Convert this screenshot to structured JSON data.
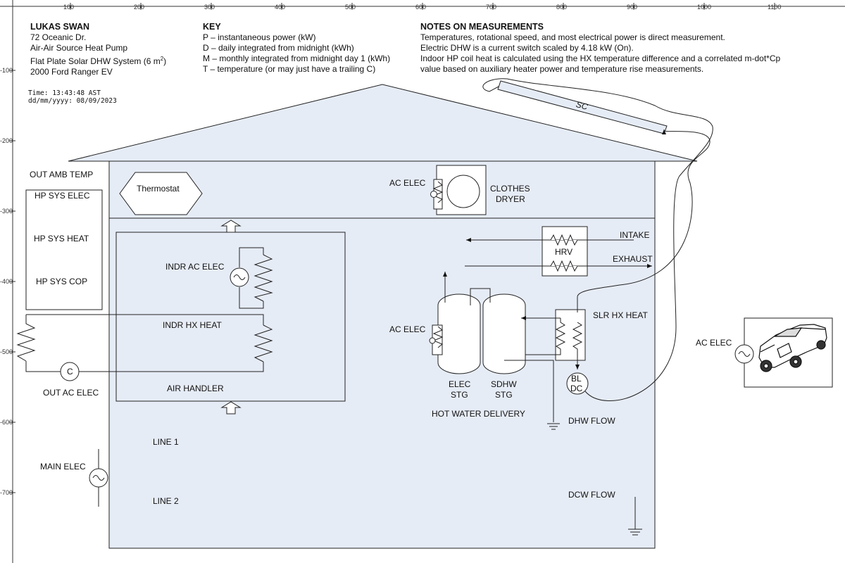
{
  "ruler": {
    "x_ticks": [
      "100",
      "200",
      "300",
      "400",
      "500",
      "600",
      "700",
      "800",
      "900",
      "1000",
      "1100"
    ],
    "y_ticks": [
      "-100",
      "-200",
      "-300",
      "-400",
      "-500",
      "-600",
      "-700"
    ]
  },
  "owner": {
    "name": "LUKAS SWAN",
    "address": "72 Oceanic Dr.",
    "line3": "Air-Air Source Heat Pump",
    "line4_pre": "Flat Plate Solar DHW System (6 m",
    "line4_sup": "2",
    "line4_post": ")",
    "line5": "2000 Ford Ranger EV"
  },
  "key": {
    "title": "KEY",
    "items": [
      "P – instantaneous power (kW)",
      "D – daily integrated from midnight (kWh)",
      "M – monthly integrated from midnight day 1 (kWh)",
      "T – temperature (or may just have a trailing C)"
    ]
  },
  "notes": {
    "title": "NOTES ON MEASUREMENTS",
    "items": [
      "Temperatures, rotational speed, and most electrical power is direct measurement.",
      "Electric DHW is a current switch scaled by 4.18 kW (On).",
      "Indoor HP coil heat is calculated using the HX temperature difference and a correlated m-dot*Cp",
      "value based on auxiliary heater power and temperature rise measurements."
    ]
  },
  "timestamp": {
    "time": "Time: 13:43:48 AST",
    "date": "dd/mm/yyyy: 08/09/2023"
  },
  "labels": {
    "out_amb_temp": "OUT AMB TEMP",
    "hp_sys_elec": "HP SYS ELEC",
    "hp_sys_heat": "HP SYS HEAT",
    "hp_sys_cop": "HP SYS COP",
    "thermostat": "Thermostat",
    "indr_ac_elec": "INDR AC ELEC",
    "indr_hx_heat": "INDR HX HEAT",
    "air_handler": "AIR HANDLER",
    "out_ac_elec": "OUT AC ELEC",
    "compressor": "C",
    "main_elec": "MAIN ELEC",
    "line1": "LINE 1",
    "line2": "LINE 2",
    "dryer_ac_elec": "AC ELEC",
    "clothes": "CLOTHES",
    "dryer": "DRYER",
    "intake": "INTAKE",
    "exhaust": "EXHAUST",
    "hrv": "HRV",
    "slr_hx_heat": "SLR HX HEAT",
    "dhw_ac_elec": "AC ELEC",
    "elec": "ELEC",
    "sdhw": "SDHW",
    "stg": "STG",
    "bl": "BL",
    "dc": "DC",
    "hot_water_delivery": "HOT WATER DELIVERY",
    "dhw_flow": "DHW FLOW",
    "dcw_flow": "DCW FLOW",
    "sc": "SC",
    "ev_ac_elec": "AC ELEC"
  },
  "colors": {
    "house_fill": "#e6ecf6",
    "stroke": "#222222"
  }
}
